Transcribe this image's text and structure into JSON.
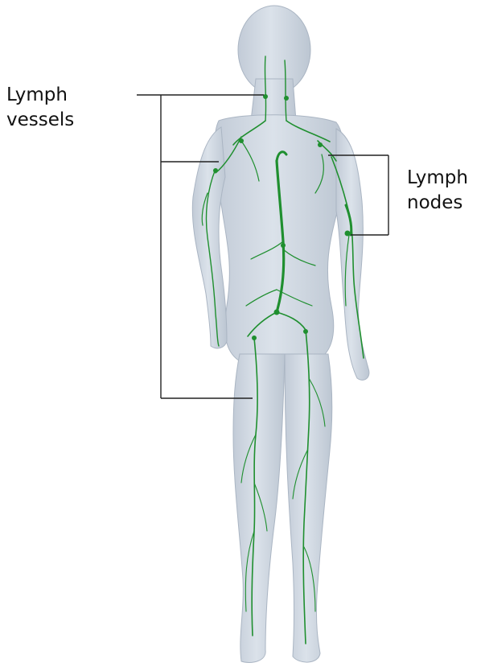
{
  "labels": {
    "lymph_vessels": [
      "Lymph",
      "vessels"
    ],
    "lymph_nodes": [
      "Lymph",
      "nodes"
    ]
  },
  "colors": {
    "background": "#ffffff",
    "body_fill": "#d4dbe5",
    "body_shade": "#b9c3d0",
    "lymph_green": "#1f8f2f",
    "leader_line": "#222222",
    "label_text": "#111111"
  }
}
